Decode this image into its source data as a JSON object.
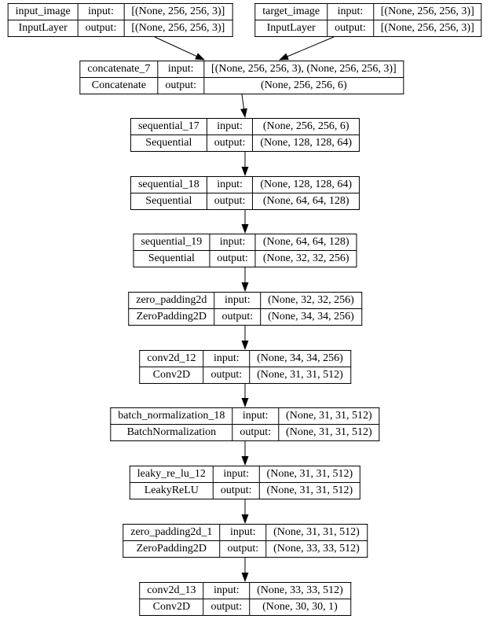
{
  "diagram": {
    "kind": "keras-model-architecture",
    "colors": {
      "background": "#ffffff",
      "node_fill": "#ffffff",
      "node_border": "#000000",
      "text": "#000000",
      "edge": "#000000"
    },
    "labels": {
      "input": "input:",
      "output": "output:"
    },
    "nodes": [
      {
        "name": "input_image",
        "class": "InputLayer",
        "input_shape": "[(None, 256, 256, 3)]",
        "output_shape": "[(None, 256, 256, 3)]"
      },
      {
        "name": "target_image",
        "class": "InputLayer",
        "input_shape": "[(None, 256, 256, 3)]",
        "output_shape": "[(None, 256, 256, 3)]"
      },
      {
        "name": "concatenate_7",
        "class": "Concatenate",
        "input_shape": "[(None, 256, 256, 3), (None, 256, 256, 3)]",
        "output_shape": "(None, 256, 256, 6)"
      },
      {
        "name": "sequential_17",
        "class": "Sequential",
        "input_shape": "(None, 256, 256, 6)",
        "output_shape": "(None, 128, 128, 64)"
      },
      {
        "name": "sequential_18",
        "class": "Sequential",
        "input_shape": "(None, 128, 128, 64)",
        "output_shape": "(None, 64, 64, 128)"
      },
      {
        "name": "sequential_19",
        "class": "Sequential",
        "input_shape": "(None, 64, 64, 128)",
        "output_shape": "(None, 32, 32, 256)"
      },
      {
        "name": "zero_padding2d",
        "class": "ZeroPadding2D",
        "input_shape": "(None, 32, 32, 256)",
        "output_shape": "(None, 34, 34, 256)"
      },
      {
        "name": "conv2d_12",
        "class": "Conv2D",
        "input_shape": "(None, 34, 34, 256)",
        "output_shape": "(None, 31, 31, 512)"
      },
      {
        "name": "batch_normalization_18",
        "class": "BatchNormalization",
        "input_shape": "(None, 31, 31, 512)",
        "output_shape": "(None, 31, 31, 512)"
      },
      {
        "name": "leaky_re_lu_12",
        "class": "LeakyReLU",
        "input_shape": "(None, 31, 31, 512)",
        "output_shape": "(None, 31, 31, 512)"
      },
      {
        "name": "zero_padding2d_1",
        "class": "ZeroPadding2D",
        "input_shape": "(None, 31, 31, 512)",
        "output_shape": "(None, 33, 33, 512)"
      },
      {
        "name": "conv2d_13",
        "class": "Conv2D",
        "input_shape": "(None, 33, 33, 512)",
        "output_shape": "(None, 30, 30, 1)"
      }
    ],
    "edges": [
      {
        "from": "input_image",
        "to": "concatenate_7"
      },
      {
        "from": "target_image",
        "to": "concatenate_7"
      },
      {
        "from": "concatenate_7",
        "to": "sequential_17"
      },
      {
        "from": "sequential_17",
        "to": "sequential_18"
      },
      {
        "from": "sequential_18",
        "to": "sequential_19"
      },
      {
        "from": "sequential_19",
        "to": "zero_padding2d"
      },
      {
        "from": "zero_padding2d",
        "to": "conv2d_12"
      },
      {
        "from": "conv2d_12",
        "to": "batch_normalization_18"
      },
      {
        "from": "batch_normalization_18",
        "to": "leaky_re_lu_12"
      },
      {
        "from": "leaky_re_lu_12",
        "to": "zero_padding2d_1"
      },
      {
        "from": "zero_padding2d_1",
        "to": "conv2d_13"
      }
    ]
  }
}
